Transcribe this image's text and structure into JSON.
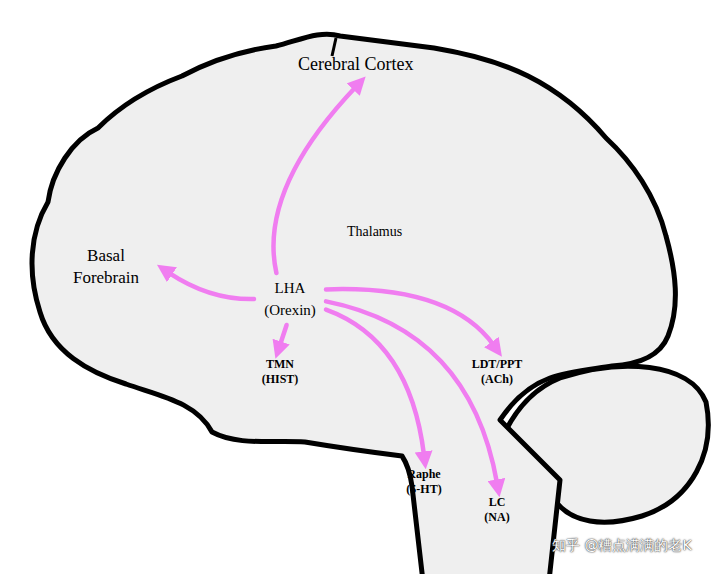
{
  "diagram": {
    "nodes": [
      {
        "text": [
          "Cerebral Cortex"
        ]
      },
      {
        "text": [
          "Basal Forebrain"
        ]
      },
      {
        "text": [
          "LHA (Orexin)"
        ]
      },
      {
        "text": [
          "TMN (HIST)"
        ]
      },
      {
        "text": [
          "LDT/PPT (ACh)"
        ]
      },
      {
        "text": [
          "Raphe (5-HT)"
        ]
      },
      {
        "text": [
          "LC (NA)"
        ]
      }
    ],
    "edges": [
      {
        "from": 2,
        "to": 0,
        "arrow": "to"
      },
      {
        "from": 2,
        "to": 1,
        "arrow": "to"
      },
      {
        "from": 2,
        "to": 3,
        "arrow": "to"
      },
      {
        "from": 2,
        "to": 4,
        "arrow": "to"
      },
      {
        "from": 2,
        "to": 5,
        "arrow": "to"
      },
      {
        "from": 2,
        "to": 6,
        "arrow": "to"
      }
    ],
    "labels": [
      "Thalamus",
      "知乎 @糟点满满的老K"
    ]
  }
}
